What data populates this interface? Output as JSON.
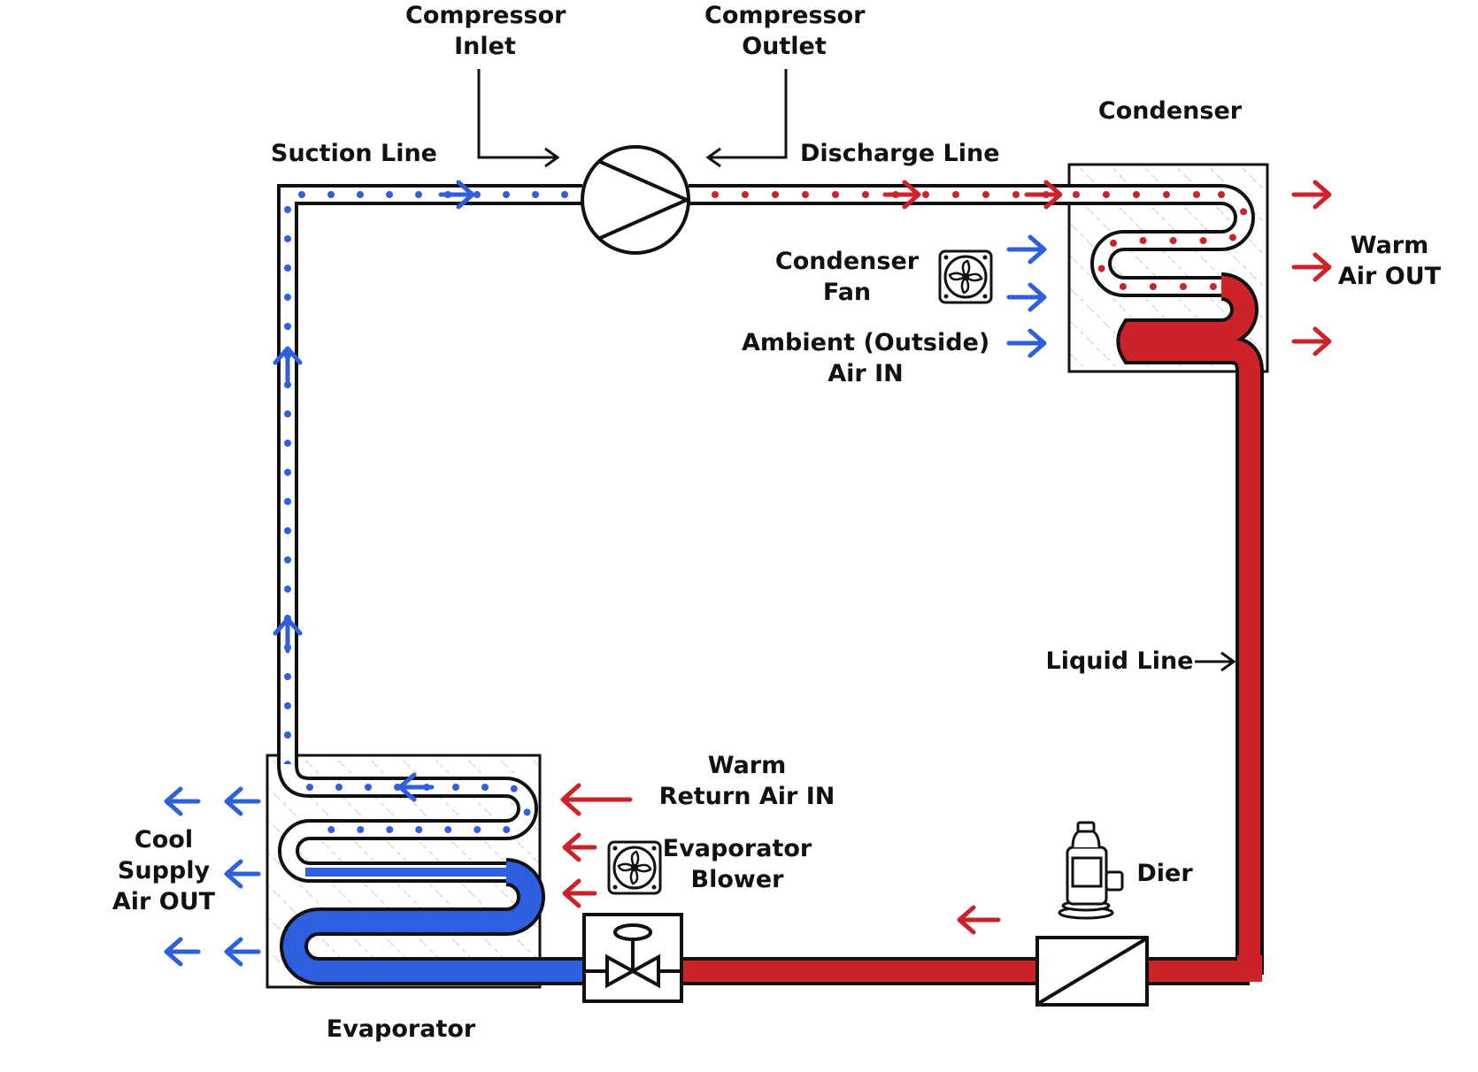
{
  "labels": {
    "compressor_inlet": [
      "Compressor",
      "Inlet"
    ],
    "compressor_outlet": [
      "Compressor",
      "Outlet"
    ],
    "suction_line": "Suction Line",
    "discharge_line": "Discharge Line",
    "condenser": "Condenser",
    "condenser_fan": [
      "Condenser",
      "Fan"
    ],
    "ambient_air_in": [
      "Ambient (Outside)",
      "Air IN"
    ],
    "warm_air_out": [
      "Warm",
      "Air OUT"
    ],
    "liquid_line": "Liquid Line",
    "warm_return_air_in": [
      "Warm",
      "Return Air IN"
    ],
    "evaporator_blower": [
      "Evaporator",
      "Blower"
    ],
    "dier": "Dier",
    "cool_supply_air_out": [
      "Cool",
      "Supply",
      "Air OUT"
    ],
    "evaporator": "Evaporator"
  },
  "colors": {
    "hot": "#cc2229",
    "cold": "#2e5fe0",
    "outline": "#111111"
  }
}
